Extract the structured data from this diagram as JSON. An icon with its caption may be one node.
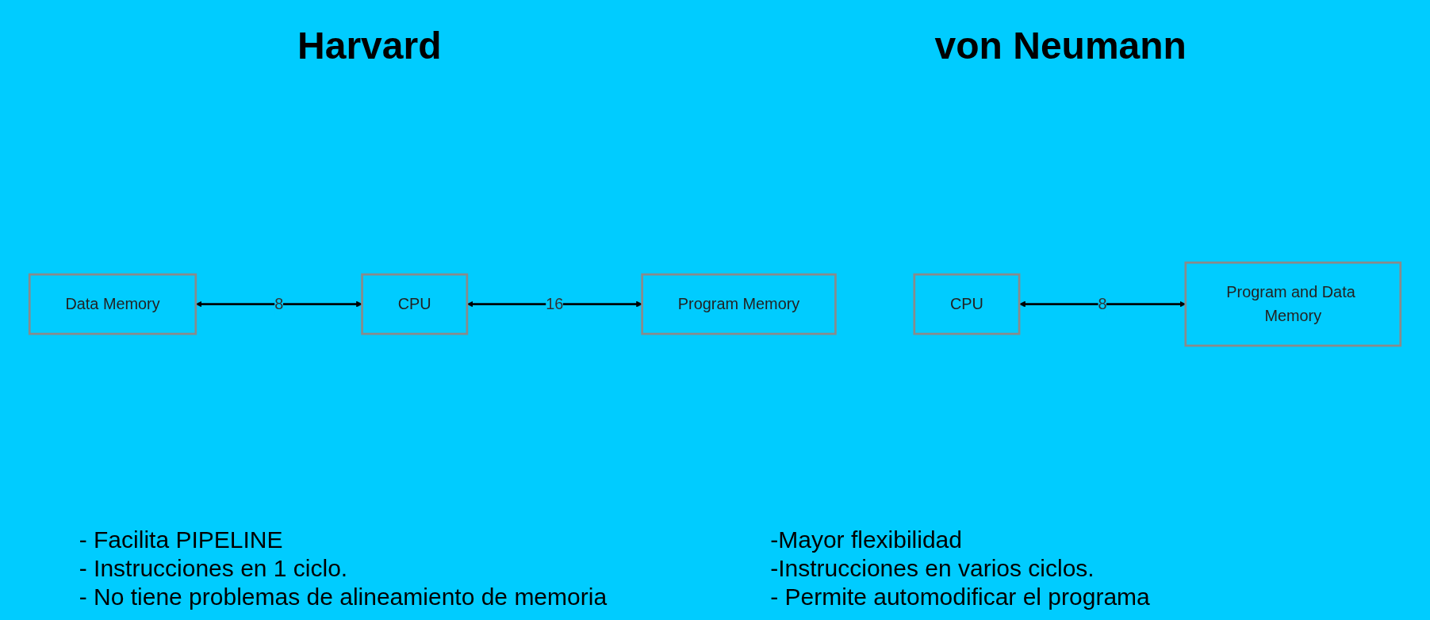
{
  "diagram": {
    "nodes": [
      {
        "text": [
          "Data Memory"
        ]
      },
      {
        "text": [
          "CPU"
        ]
      },
      {
        "text": [
          "Program Memory"
        ]
      },
      {
        "text": [
          "CPU"
        ]
      },
      {
        "text": [
          "Program and Data Memory"
        ]
      }
    ],
    "edges": [
      {
        "from": 0,
        "to": 1,
        "arrow": "both",
        "label": "8"
      },
      {
        "from": 1,
        "to": 2,
        "arrow": "both",
        "label": "16"
      },
      {
        "from": 3,
        "to": 4,
        "arrow": "both",
        "label": "8"
      }
    ],
    "labels": [
      "Harvard",
      "von Neumann",
      "- Facilita PIPELINE",
      "- Instrucciones en 1 ciclo.",
      "- No tiene problemas de alineamiento de memoria",
      "-Mayor flexibilidad",
      "-Instrucciones en varios ciclos.",
      "- Permite automodificar el programa"
    ]
  }
}
